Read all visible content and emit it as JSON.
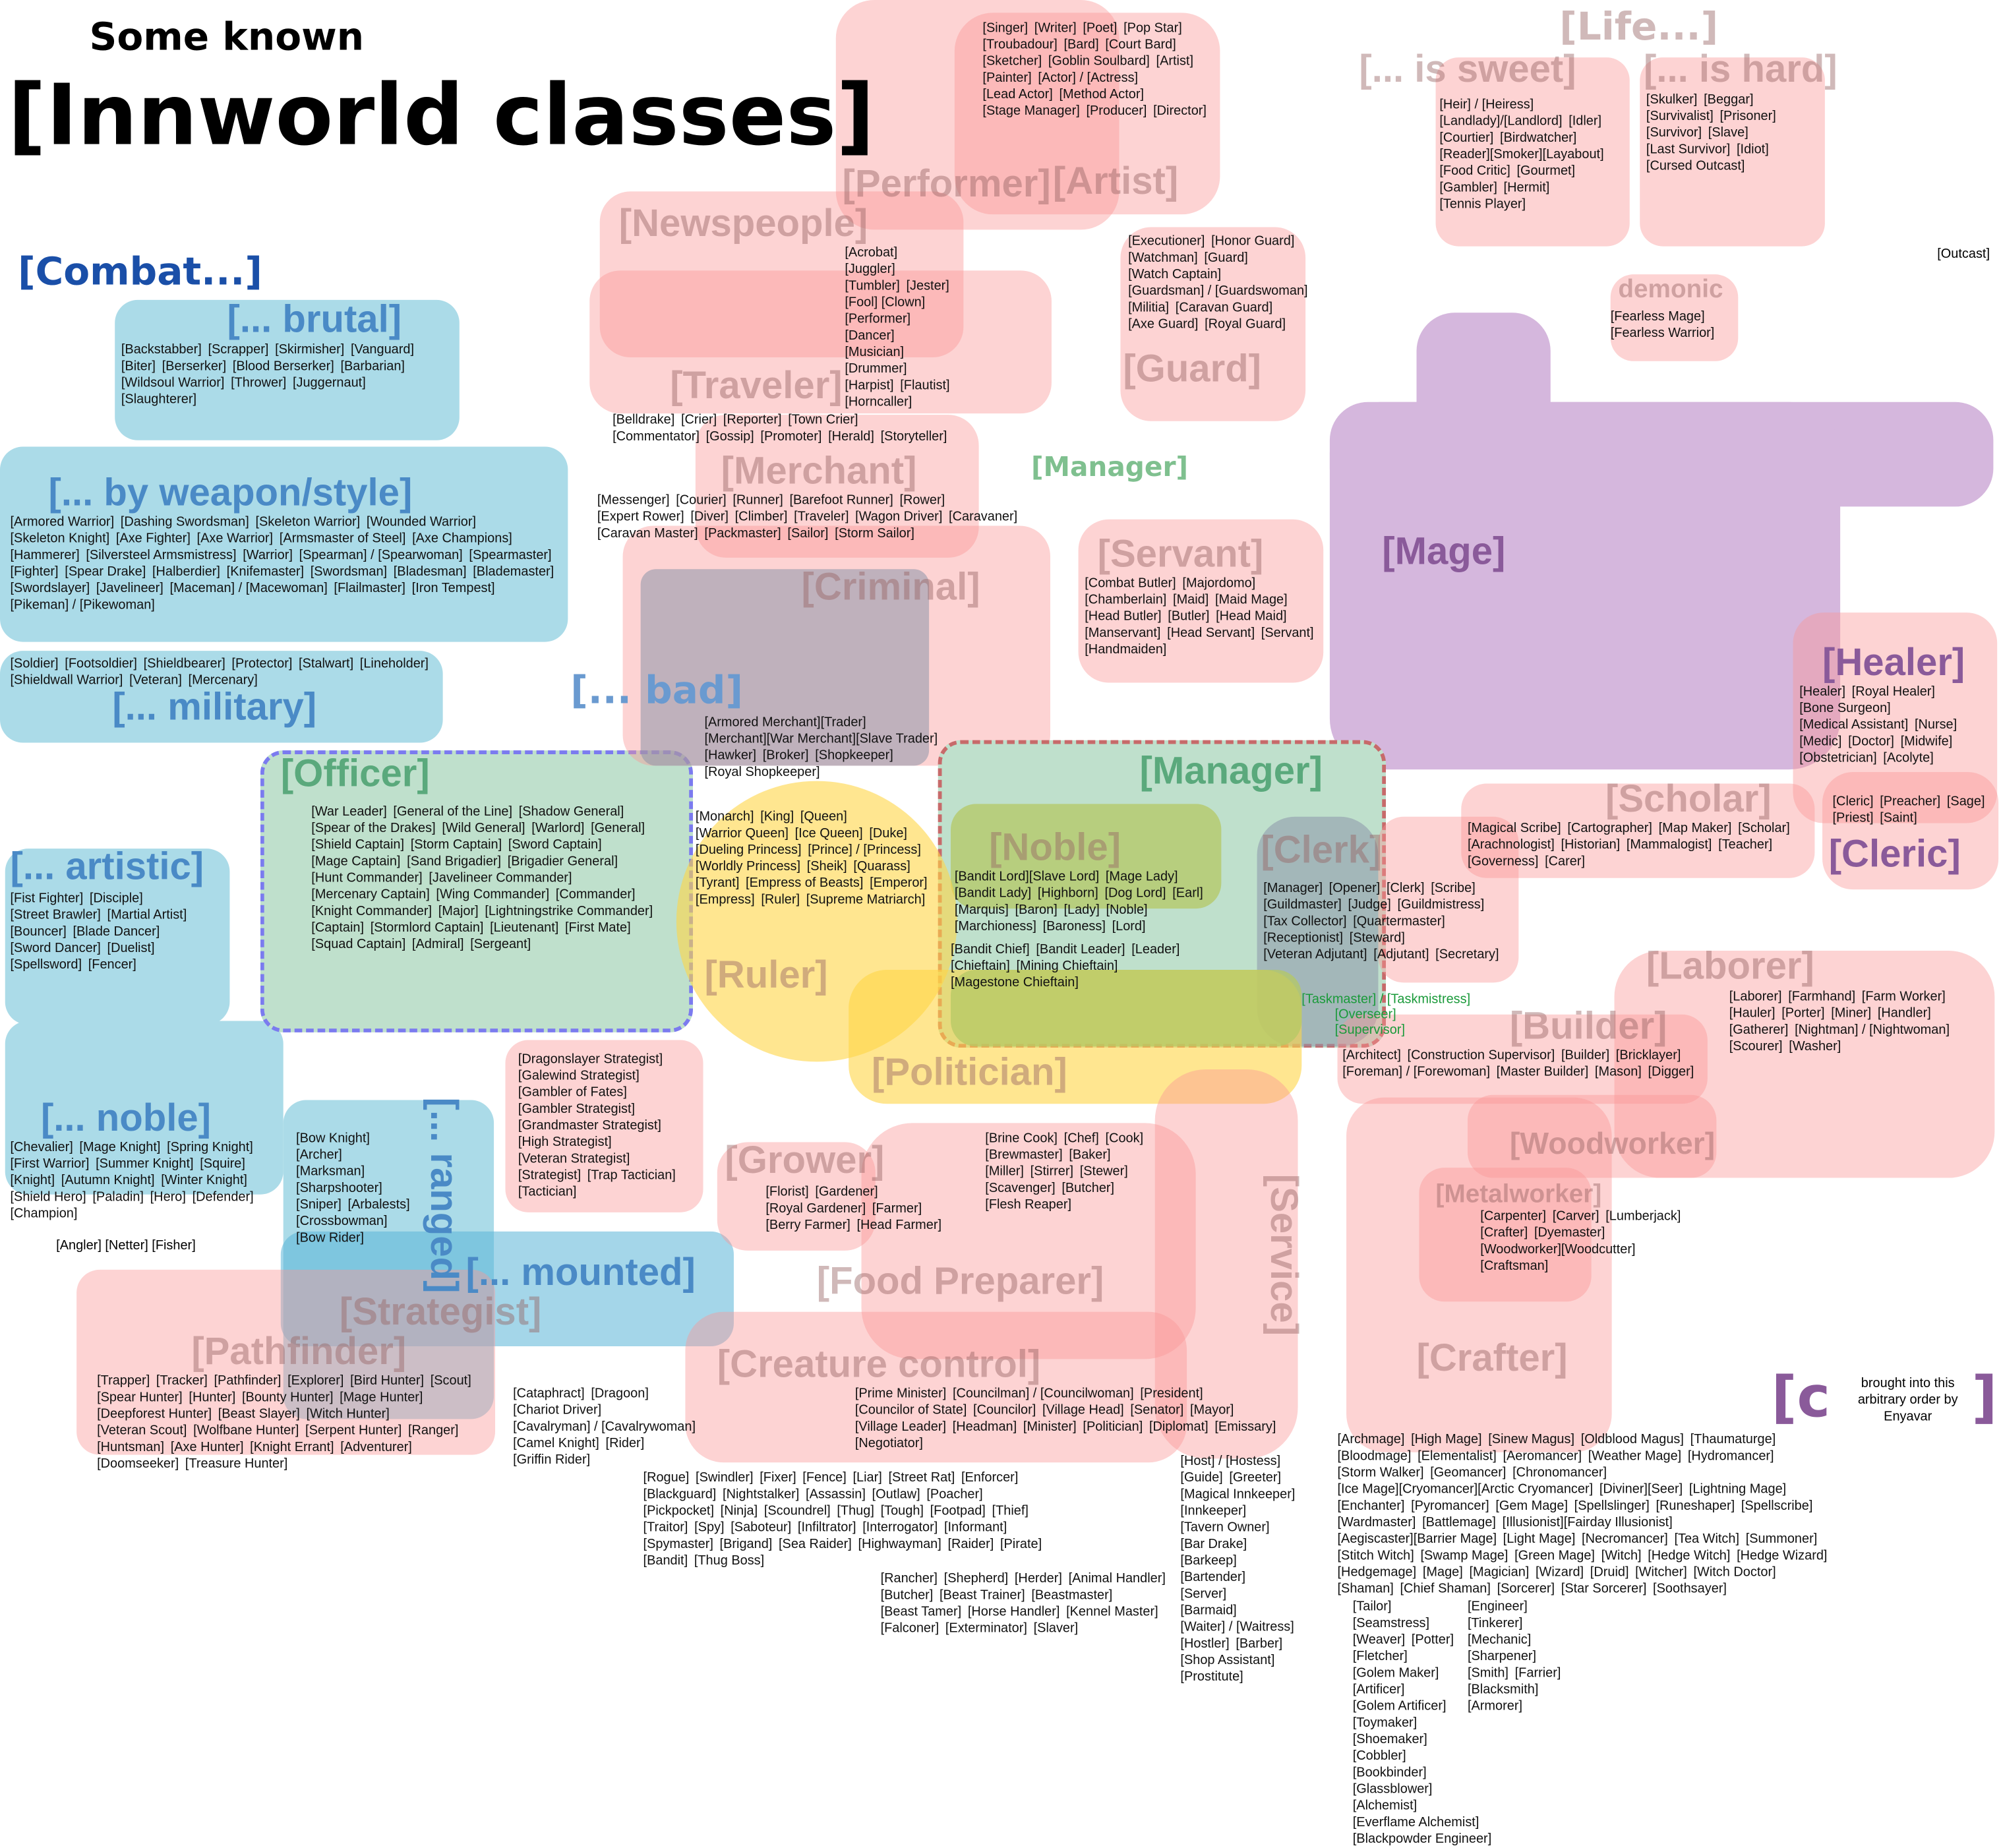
{
  "header": {
    "subtitle": "Some known",
    "title": "[Innworld classes]"
  },
  "labels": {
    "combat": "[Combat...]",
    "life": "[Life...]",
    "bad": "[... bad]",
    "manager_small": "[Manager]",
    "outcast": "[Outcast]",
    "taskmaster": "[Taskmaster] / [Taskmistress]",
    "overseer": "[Overseer]",
    "supervisor": "[Supervisor]",
    "angler": "[Angler] [Netter] [Fisher]"
  },
  "footer": {
    "mark": "[c",
    "close": "]",
    "credit": "brought into this arbitrary order by Enyavar"
  },
  "colors": {
    "pink": "rgba(250,150,150,0.42)",
    "blue": "#abdbe8",
    "blue2": "rgba(90,180,215,0.55)",
    "green": "#bfe0cc",
    "olive": "rgba(180,200,100,0.75)",
    "yellow": "rgba(255,214,70,0.6)",
    "purple": "#d5b7dd",
    "gray": "rgba(140,150,170,0.55)",
    "pinkTitle": "rgba(150,100,100,0.45)",
    "blueTitle": "#4a8ac6",
    "greenTitle": "#5aa97c",
    "purpleTitle": "#8a5a9a",
    "combatTitle": "#1a4fa8",
    "dashPurple": "#7b7bef",
    "dashRed": "#c76a6a"
  },
  "regions": [
    {
      "id": "brutal",
      "title": "[... brutal]",
      "items": [
        "[Backstabber]",
        "[Scrapper]",
        "[Skirmisher]",
        "[Vanguard]",
        "[Biter]",
        "[Berserker]",
        "[Blood Berserker]",
        "[Barbarian]",
        "[Wildsoul Warrior]",
        "[Thrower]",
        "[Juggernaut]",
        "[Slaughterer]"
      ]
    },
    {
      "id": "weapon",
      "title": "[... by weapon/style]",
      "items": [
        "[Armored Warrior]",
        "[Dashing Swordsman]",
        "[Skeleton Warrior]",
        "[Wounded Warrior]",
        "[Skeleton Knight]",
        "[Axe Fighter]",
        "[Axe Warrior]",
        "[Armsmaster of Steel]",
        "[Axe Champions]",
        "[Hammerer]",
        "[Silversteel Armsmistress]",
        "[Warrior]",
        "[Spearman] / [Spearwoman]",
        "[Spearmaster]",
        "[Fighter]",
        "[Spear Drake]",
        "[Halberdier]",
        "[Knifemaster]",
        "[Swordsman]",
        "[Bladesman]",
        "[Blademaster]",
        "[Swordslayer]",
        "[Javelineer]",
        "[Maceman] / [Macewoman]",
        "[Flailmaster]",
        "[Iron Tempest]",
        "[Pikeman] / [Pikewoman]"
      ]
    },
    {
      "id": "military",
      "title": "[... military]",
      "items": [
        "[Soldier]",
        "[Footsoldier]",
        "[Shieldbearer]",
        "[Protector]",
        "[Stalwart]",
        "[Lineholder]",
        "[Shieldwall Warrior]",
        "[Veteran]",
        "[Mercenary]"
      ]
    },
    {
      "id": "artistic",
      "title": "[... artistic]",
      "items": [
        "[Fist Fighter]",
        "[Disciple]",
        "[Street Brawler]",
        "[Martial Artist]",
        "[Bouncer]",
        "[Blade Dancer]",
        "[Sword Dancer]",
        "[Duelist]",
        "[Spellsword]",
        "[Fencer]"
      ]
    },
    {
      "id": "noblecombat",
      "title": "[... noble]",
      "items": [
        "[Chevalier]",
        "[Mage Knight]",
        "[Spring Knight]",
        "[First Warrior]",
        "[Summer Knight]",
        "[Squire]",
        "[Knight]",
        "[Autumn Knight]",
        "[Winter Knight]",
        "[Shield Hero]",
        "[Paladin]",
        "[Hero]",
        "[Defender]",
        "[Champion]"
      ]
    },
    {
      "id": "ranged",
      "title": "[... ranged]",
      "items": [
        "[Bow Knight]",
        "[Archer]",
        "[Marksman]",
        "[Sharpshooter]",
        "[Sniper]",
        "[Arbalests]",
        "[Crossbowman]",
        "[Bow Rider]"
      ]
    },
    {
      "id": "mounted",
      "title": "[... mounted]",
      "items": [
        "[Cataphract]",
        "[Dragoon]",
        "[Chariot Driver]",
        "[Cavalryman] / [Cavalrywoman]",
        "[Camel Knight]",
        "[Rider]",
        "[Griffin Rider]"
      ]
    },
    {
      "id": "officer",
      "title": "[Officer]",
      "items": [
        "[War Leader]",
        "[General of the Line]",
        "[Shadow General]",
        "[Spear of the Drakes]",
        "[Wild General]",
        "[Warlord]",
        "[General]",
        "[Shield Captain]",
        "[Storm Captain]",
        "[Sword Captain]",
        "[Mage Captain]",
        "[Sand Brigadier]",
        "[Brigadier General]",
        "[Hunt Commander]",
        "[Javelineer Commander]",
        "[Mercenary Captain]",
        "[Wing Commander]",
        "[Commander]",
        "[Knight Commander]",
        "[Major]",
        "[Lightningstrike Commander]",
        "[Captain]",
        "[Stormlord Captain]",
        "[Lieutenant]",
        "[First Mate]",
        "[Squad Captain]",
        "[Admiral]",
        "[Sergeant]"
      ]
    },
    {
      "id": "strategist",
      "title": "[Strategist]",
      "items": [
        "[Dragonslayer Strategist]",
        "[Galewind Strategist]",
        "[Gambler of Fates]",
        "[Gambler Strategist]",
        "[Grandmaster Strategist]",
        "[High Strategist]",
        "[Veteran Strategist]",
        "[Strategist]",
        "[Trap Tactician]",
        "[Tactician]"
      ]
    },
    {
      "id": "pathfinder",
      "title": "[Pathfinder]",
      "items": [
        "[Trapper]",
        "[Tracker]",
        "[Pathfinder]",
        "[Explorer]",
        "[Bird Hunter]",
        "[Scout]",
        "[Spear Hunter]",
        "[Hunter]",
        "[Bounty Hunter]",
        "[Mage Hunter]",
        "[Deepforest Hunter]",
        "[Beast Slayer]",
        "[Witch Hunter]",
        "[Veteran Scout]",
        "[Wolfbane Hunter]",
        "[Serpent Hunter]",
        "[Ranger]",
        "[Huntsman]",
        "[Axe Hunter]",
        "[Knight Errant]",
        "[Adventurer]",
        "[Doomseeker]",
        "[Treasure Hunter]"
      ]
    },
    {
      "id": "sweet",
      "title": "[... is sweet]",
      "items": [
        "[Heir] / [Heiress]",
        "[Landlady]/[Landlord]",
        "[Idler]",
        "[Courtier]",
        "[Birdwatcher]",
        "[Reader][Smoker][Layabout]",
        "[Food Critic]",
        "[Gourmet]",
        "[Gambler]",
        "[Hermit]",
        "[Tennis Player]"
      ]
    },
    {
      "id": "hard",
      "title": "[... is hard]",
      "items": [
        "[Skulker]",
        "[Beggar]",
        "[Survivalist]",
        "[Prisoner]",
        "[Survivor]",
        "[Slave]",
        "[Last Survivor]",
        "[Idiot]",
        "[Cursed Outcast]"
      ]
    },
    {
      "id": "demonic",
      "title": "demonic",
      "items": [
        "[Fearless Mage]",
        "[Fearless Warrior]"
      ]
    },
    {
      "id": "performer",
      "title": "[Performer]",
      "items": [
        "[Acrobat]",
        "[Juggler]",
        "[Tumbler]",
        "[Jester]",
        "[Fool] [Clown]",
        "[Performer]",
        "[Dancer]",
        "[Musician]",
        "[Drummer]",
        "[Harpist]",
        "[Flautist]",
        "[Horncaller]"
      ]
    },
    {
      "id": "artist",
      "title": "[Artist]",
      "items": [
        "[Singer]",
        "[Writer]",
        "[Poet]",
        "[Pop Star]",
        "[Troubadour]",
        "[Bard]",
        "[Court Bard]",
        "[Sketcher]",
        "[Goblin Soulbard]",
        "[Artist]",
        "[Painter]",
        "[Actor] / [Actress]",
        "[Lead Actor]",
        "[Method Actor]",
        "[Stage Manager]",
        "[Producer]",
        "[Director]"
      ]
    },
    {
      "id": "newspeople",
      "title": "[Newspeople]",
      "items": [
        "[Belldrake]",
        "[Crier]",
        "[Reporter]",
        "[Town Crier]",
        "[Commentator]",
        "[Gossip]",
        "[Promoter]",
        "[Herald]",
        "[Storyteller]"
      ]
    },
    {
      "id": "traveler",
      "title": "[Traveler]",
      "items": [
        "[Messenger]",
        "[Courier]",
        "[Runner]",
        "[Barefoot Runner]",
        "[Rower]",
        "[Expert Rower]",
        "[Diver]",
        "[Climber]",
        "[Traveler]",
        "[Wagon Driver]",
        "[Caravaner]",
        "[Caravan Master]",
        "[Packmaster]",
        "[Sailor]",
        "[Storm Sailor]"
      ]
    },
    {
      "id": "guard",
      "title": "[Guard]",
      "items": [
        "[Executioner]",
        "[Honor Guard]",
        "[Watchman]",
        "[Guard]",
        "[Watch Captain]",
        "[Guardsman] / [Guardswoman]",
        "[Militia]",
        "[Caravan Guard]",
        "[Axe Guard]",
        "[Royal Guard]"
      ]
    },
    {
      "id": "merchant",
      "title": "[Merchant]",
      "items": [
        "[Armored Merchant][Trader]",
        "[Merchant][War Merchant][Slave Trader]",
        "[Hawker]",
        "[Broker]",
        "[Shopkeeper]",
        "[Royal Shopkeeper]"
      ]
    },
    {
      "id": "criminal",
      "title": "[Criminal]",
      "items": [
        "[Rogue]",
        "[Swindler]",
        "[Fixer]",
        "[Fence]",
        "[Liar]",
        "[Street Rat]",
        "[Enforcer]",
        "[Blackguard]",
        "[Nightstalker]",
        "[Assassin]",
        "[Outlaw]",
        "[Poacher]",
        "[Pickpocket]",
        "[Ninja]",
        "[Scoundrel]",
        "[Thug]",
        "[Tough]",
        "[Footpad]",
        "[Thief]",
        "[Traitor]",
        "[Spy]",
        "[Saboteur]",
        "[Infiltrator]",
        "[Interrogator]",
        "[Informant]",
        "[Spymaster]",
        "[Brigand]",
        "[Sea Raider]",
        "[Highwayman]",
        "[Raider]",
        "[Pirate]",
        "[Bandit]",
        "[Thug Boss]"
      ]
    },
    {
      "id": "servant",
      "title": "[Servant]",
      "items": [
        "[Combat Butler]",
        "[Majordomo]",
        "[Chamberlain]",
        "[Maid]",
        "[Maid Mage]",
        "[Head Butler]",
        "[Butler]",
        "[Head Maid]",
        "[Manservant]",
        "[Head Servant]",
        "[Servant]",
        "[Handmaiden]"
      ]
    },
    {
      "id": "mage",
      "title": "[Mage]",
      "items": [
        "[Archmage]",
        "[High Mage]",
        "[Sinew Magus]",
        "[Oldblood Magus]",
        "[Thaumaturge]",
        "[Bloodmage]",
        "[Elementalist]",
        "[Aeromancer]",
        "[Weather Mage]",
        "[Hydromancer]",
        "[Storm Walker]",
        "[Geomancer]",
        "[Chronomancer]",
        "[Ice Mage][Cryomancer][Arctic Cryomancer]",
        "[Diviner][Seer]",
        "[Lightning Mage]",
        "[Enchanter]",
        "[Pyromancer]",
        "[Gem Mage]",
        "[Spellslinger]",
        "[Runeshaper]",
        "[Spellscribe]",
        "[Wardmaster]",
        "[Battlemage]",
        "[Illusionist][Fairday Illusionist]",
        "[Aegiscaster][Barrier Mage]",
        "[Light Mage]",
        "[Necromancer]",
        "[Tea Witch]",
        "[Summoner]",
        "[Stitch Witch]",
        "[Swamp Mage]",
        "[Green Mage]",
        "[Witch]",
        "[Hedge Witch]",
        "[Hedge Wizard]",
        "[Hedgemage]",
        "[Mage]",
        "[Magician]",
        "[Wizard]",
        "[Druid]",
        "[Witcher]",
        "[Witch Doctor]",
        "[Shaman]",
        "[Chief Shaman]",
        "[Sorcerer]",
        "[Star Sorcerer]",
        "[Soothsayer]"
      ]
    },
    {
      "id": "healer",
      "title": "[Healer]",
      "items": [
        "[Healer]",
        "[Royal Healer]",
        "[Bone Surgeon]",
        "[Medical Assistant]",
        "[Nurse]",
        "[Medic]",
        "[Doctor]",
        "[Midwife]",
        "[Obstetrician]",
        "[Acolyte]"
      ]
    },
    {
      "id": "cleric",
      "title": "[Cleric]",
      "items": [
        "[Cleric]",
        "[Preacher]",
        "[Sage]",
        "[Priest]",
        "[Saint]"
      ]
    },
    {
      "id": "scholar",
      "title": "[Scholar]",
      "items": [
        "[Magical Scribe]",
        "[Cartographer]",
        "[Map Maker]",
        "[Scholar]",
        "[Arachnologist]",
        "[Historian]",
        "[Mammalogist]",
        "[Teacher]",
        "[Governess]",
        "[Carer]"
      ]
    },
    {
      "id": "manager",
      "title": "[Manager]",
      "items": [
        "[Bandit Chief]",
        "[Bandit Leader]",
        "[Leader]",
        "[Chieftain]",
        "[Mining Chieftain]",
        "[Magestone Chieftain]"
      ]
    },
    {
      "id": "noble",
      "title": "[Noble]",
      "items": [
        "[Bandit Lord][Slave Lord]",
        "[Mage Lady]",
        "[Bandit Lady]",
        "[Highborn]",
        "[Dog Lord]",
        "[Earl]",
        "[Marquis]",
        "[Baron]",
        "[Lady]",
        "[Noble]",
        "[Marchioness]",
        "[Baroness]",
        "[Lord]"
      ]
    },
    {
      "id": "ruler",
      "title": "[Ruler]",
      "items": [
        "[Monarch]",
        "[King]",
        "[Queen]",
        "[Warrior Queen]",
        "[Ice Queen]",
        "[Duke]",
        "[Dueling Princess]",
        "[Prince] / [Princess]",
        "[Worldly Princess]",
        "[Sheik]",
        "[Quarass]",
        "[Tyrant]",
        "[Empress of Beasts]",
        "[Emperor]",
        "[Empress]",
        "[Ruler]",
        "[Supreme Matriarch]"
      ]
    },
    {
      "id": "clerk",
      "title": "[Clerk]",
      "items": [
        "[Manager]",
        "[Opener]",
        "[Clerk]",
        "[Scribe]",
        "[Guildmaster]",
        "[Judge]",
        "[Guildmistress]",
        "[Tax Collector]",
        "[Quartermaster]",
        "[Receptionist]",
        "[Steward]",
        "[Veteran Adjutant]",
        "[Adjutant]",
        "[Secretary]"
      ]
    },
    {
      "id": "politician",
      "title": "[Politician]",
      "items": [
        "[Prime Minister]",
        "[Councilman] / [Councilwoman]",
        "[President]",
        "[Councilor of State]",
        "[Councilor]",
        "[Village Head]",
        "[Senator]",
        "[Mayor]",
        "[Village Leader]",
        "[Headman]",
        "[Minister]",
        "[Politician]",
        "[Diplomat]",
        "[Emissary]",
        "[Negotiator]"
      ]
    },
    {
      "id": "laborer",
      "title": "[Laborer]",
      "items": [
        "[Laborer]",
        "[Farmhand]",
        "[Farm Worker]",
        "[Hauler]",
        "[Porter]",
        "[Miner]",
        "[Handler]",
        "[Gatherer]",
        "[Nightman] / [Nightwoman]",
        "[Scourer]",
        "[Washer]"
      ]
    },
    {
      "id": "builder",
      "title": "[Builder]",
      "items": [
        "[Architect]",
        "[Construction Supervisor]",
        "[Builder]",
        "[Bricklayer]",
        "[Foreman] / [Forewoman]",
        "[Master Builder]",
        "[Mason]",
        "[Digger]"
      ]
    },
    {
      "id": "woodworker",
      "title": "[Woodworker]",
      "items": [
        "[Carpenter]",
        "[Carver]",
        "[Lumberjack]",
        "[Crafter]",
        "[Dyemaster]",
        "[Woodworker][Woodcutter]",
        "[Craftsman]"
      ]
    },
    {
      "id": "metalworker",
      "title": "[Metalworker]",
      "items": [
        "[Engineer]",
        "[Tinkerer]",
        "[Mechanic]",
        "[Sharpener]",
        "[Smith]",
        "[Farrier]",
        "[Blacksmith]",
        "[Armorer]"
      ]
    },
    {
      "id": "crafter",
      "title": "[Crafter]",
      "items": [
        "[Tailor]",
        "[Seamstress]",
        "[Weaver]",
        "[Potter]",
        "[Fletcher]",
        "[Golem Maker]",
        "[Artificer]",
        "[Golem Artificer]",
        "[Toymaker]",
        "[Shoemaker]",
        "[Cobbler]",
        "[Bookbinder]",
        "[Glassblower]",
        "[Alchemist]",
        "[Everflame Alchemist]",
        "[Blackpowder Engineer]"
      ]
    },
    {
      "id": "grower",
      "title": "[Grower]",
      "items": [
        "[Florist]",
        "[Gardener]",
        "[Royal Gardener]",
        "[Farmer]",
        "[Berry Farmer]",
        "[Head Farmer]"
      ]
    },
    {
      "id": "food",
      "title": "[Food Preparer]",
      "items": [
        "[Brine Cook]",
        "[Chef]",
        "[Cook]",
        "[Brewmaster]",
        "[Baker]",
        "[Miller]",
        "[Stirrer]",
        "[Stewer]",
        "[Scavenger]",
        "[Butcher]",
        "[Flesh Reaper]"
      ]
    },
    {
      "id": "service",
      "title": "[Service]",
      "items": [
        "[Host] / [Hostess]",
        "[Guide]",
        "[Greeter]",
        "[Magical Innkeeper]",
        "[Innkeeper]",
        "[Tavern Owner]",
        "[Bar Drake]",
        "[Barkeep]",
        "[Bartender]",
        "[Server]",
        "[Barmaid]",
        "[Waiter] / [Waitress]",
        "[Hostler]",
        "[Barber]",
        "[Shop Assistant]",
        "[Prostitute]"
      ]
    },
    {
      "id": "creature",
      "title": "[Creature control]",
      "items": [
        "[Rancher]",
        "[Shepherd]",
        "[Herder]",
        "[Animal Handler]",
        "[Butcher]",
        "[Beast Trainer]",
        "[Beastmaster]",
        "[Beast Tamer]",
        "[Horse Handler]",
        "[Kennel Master]",
        "[Falconer]",
        "[Exterminator]",
        "[Slaver]"
      ]
    }
  ]
}
